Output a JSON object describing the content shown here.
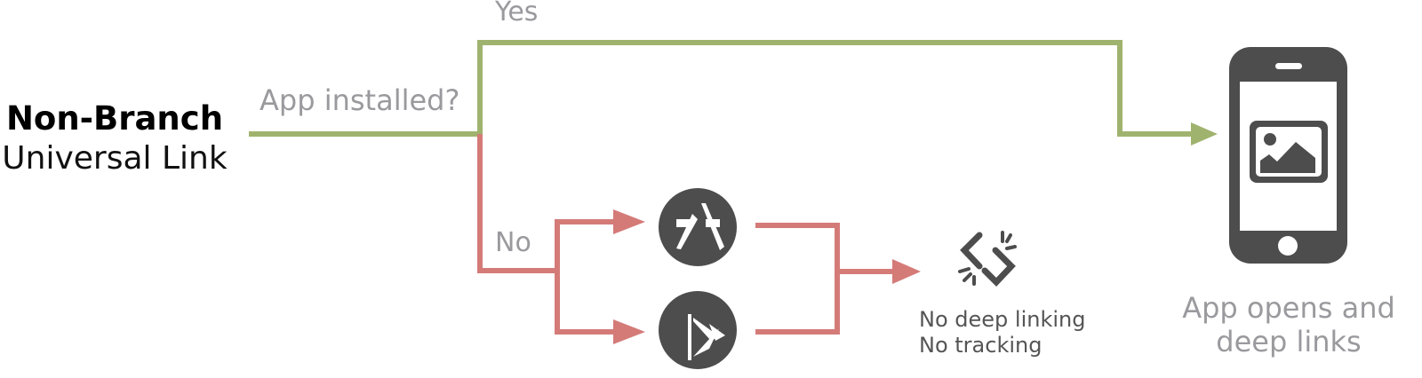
{
  "source": {
    "title_bold": "Non-Branch",
    "title_sub": "Universal Link"
  },
  "decision": {
    "question": "App installed?",
    "yes_label": "Yes",
    "no_label": "No"
  },
  "stores": [
    {
      "name": "App Store",
      "icon": "app-store-icon"
    },
    {
      "name": "Google Play",
      "icon": "google-play-icon"
    }
  ],
  "outcome_no": {
    "icon": "broken-link-icon",
    "lines": [
      "No deep linking",
      "No tracking"
    ]
  },
  "outcome_yes": {
    "icon": "phone-image-icon",
    "lines": [
      "App opens and",
      "deep links"
    ]
  },
  "colors": {
    "yes_path": "#a0b36e",
    "no_path": "#d47b78",
    "icon_fill": "#4d4d4d",
    "muted_text": "#9a9a9e"
  }
}
